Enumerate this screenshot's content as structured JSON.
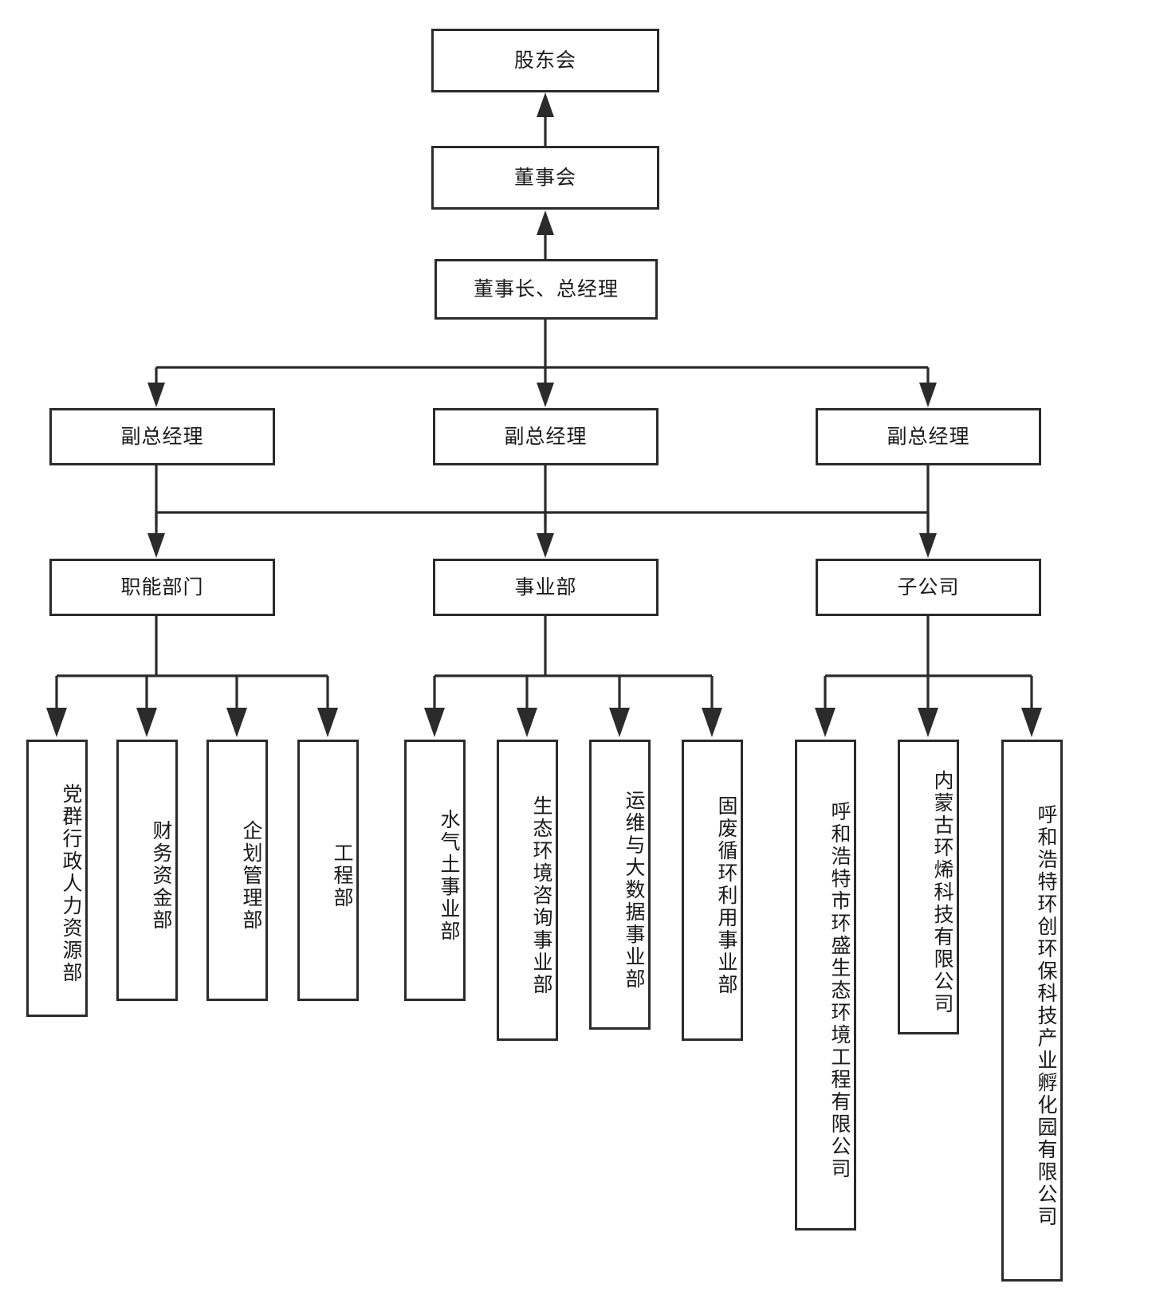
{
  "diagram": {
    "type": "organization-chart",
    "orientation": "top-down",
    "box_border_color": "#2b2b2b",
    "background_color": "#ffffff",
    "text_color": "#1a1a1a"
  },
  "nodes": {
    "shareholders_meeting": {
      "label": "股东会"
    },
    "board_of_directors": {
      "label": "董事会"
    },
    "chairman_gm": {
      "label": "董事长、总经理"
    },
    "vp_1": {
      "label": "副总经理"
    },
    "vp_2": {
      "label": "副总经理"
    },
    "vp_3": {
      "label": "副总经理"
    },
    "functional_departments": {
      "label": "职能部门"
    },
    "business_divisions": {
      "label": "事业部"
    },
    "subsidiaries": {
      "label": "子公司"
    },
    "dept_party_admin_hr": {
      "label": "党群行政人力资源部"
    },
    "dept_finance_funds": {
      "label": "财务资金部"
    },
    "dept_planning_mgmt": {
      "label": "企划管理部"
    },
    "dept_engineering": {
      "label": "工程部"
    },
    "div_water_air_soil": {
      "label": "水气土事业部"
    },
    "div_eco_env_consulting": {
      "label": "生态环境咨询事业部"
    },
    "div_om_bigdata": {
      "label": "运维与大数据事业部"
    },
    "div_solid_waste_recycling": {
      "label": "固废循环利用事业部"
    },
    "sub_huansheng_eco": {
      "label": "呼和浩特市环盛生态环境工程有限公司"
    },
    "sub_huanxi_tech": {
      "label": "内蒙古环烯科技有限公司"
    },
    "sub_huanchuang_incubator": {
      "label": "呼和浩特环创环保科技产业孵化园有限公司"
    }
  },
  "edges": [
    {
      "from": "board_of_directors",
      "to": "shareholders_meeting"
    },
    {
      "from": "chairman_gm",
      "to": "board_of_directors"
    },
    {
      "from": "chairman_gm",
      "to": "vp_1"
    },
    {
      "from": "chairman_gm",
      "to": "vp_2"
    },
    {
      "from": "chairman_gm",
      "to": "vp_3"
    },
    {
      "from": "vp_1",
      "to": "functional_departments"
    },
    {
      "from": "vp_2",
      "to": "business_divisions"
    },
    {
      "from": "vp_3",
      "to": "subsidiaries"
    },
    {
      "from": "functional_departments",
      "to": "dept_party_admin_hr"
    },
    {
      "from": "functional_departments",
      "to": "dept_finance_funds"
    },
    {
      "from": "functional_departments",
      "to": "dept_planning_mgmt"
    },
    {
      "from": "functional_departments",
      "to": "dept_engineering"
    },
    {
      "from": "business_divisions",
      "to": "div_water_air_soil"
    },
    {
      "from": "business_divisions",
      "to": "div_eco_env_consulting"
    },
    {
      "from": "business_divisions",
      "to": "div_om_bigdata"
    },
    {
      "from": "business_divisions",
      "to": "div_solid_waste_recycling"
    },
    {
      "from": "subsidiaries",
      "to": "sub_huansheng_eco"
    },
    {
      "from": "subsidiaries",
      "to": "sub_huanxi_tech"
    },
    {
      "from": "subsidiaries",
      "to": "sub_huanchuang_incubator"
    }
  ]
}
